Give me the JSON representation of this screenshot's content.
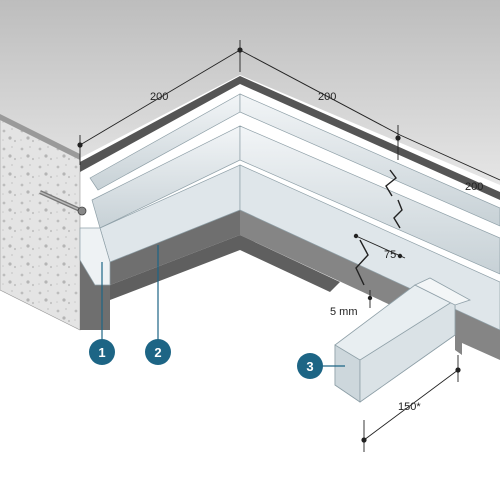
{
  "dimensions": {
    "left_width": "200",
    "middle_width": "200",
    "right_width": "200",
    "offset": "75",
    "gap": "5 mm",
    "profile_width": "150*"
  },
  "callouts": [
    "1",
    "2",
    "3"
  ],
  "colors": {
    "ceiling": "#c9c9c9",
    "wall_concrete": "#e3e3e3",
    "wall_dark": "#7a7a7a",
    "profile_light": "#e6ebee",
    "profile_mid": "#c9d3d8",
    "callout": "#1d6585"
  }
}
